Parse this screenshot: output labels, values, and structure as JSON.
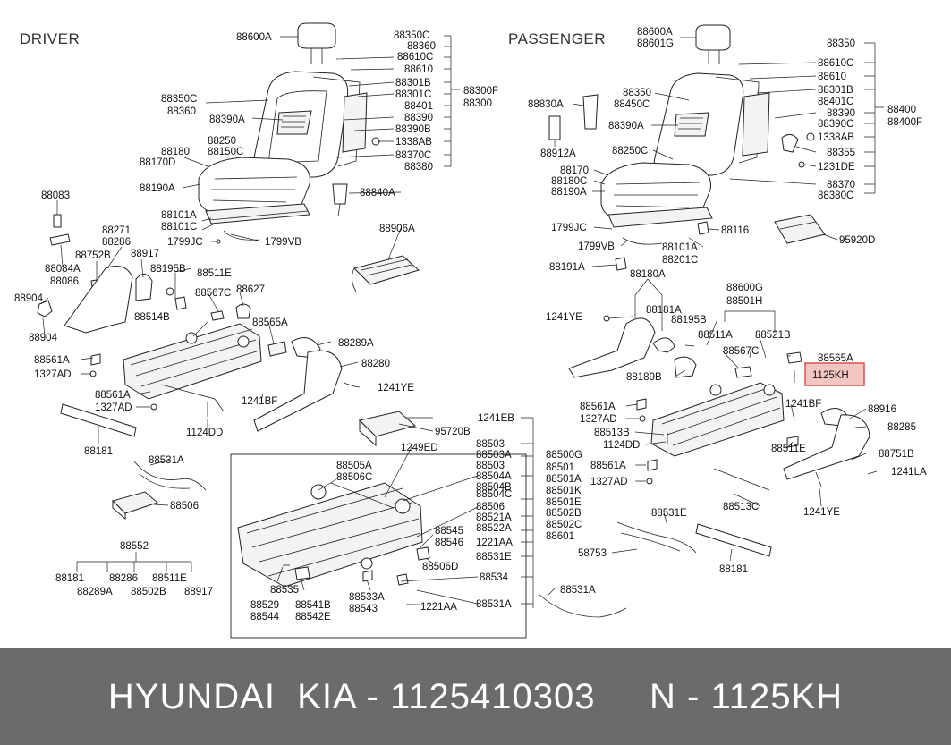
{
  "sections": {
    "driver": "DRIVER",
    "passenger": "PASSENGER"
  },
  "highlight": {
    "label": "1125KH",
    "fill": "#f4c6c2",
    "stroke": "#d9534f"
  },
  "banner": {
    "text": "HYUNDAI  KIA - 1125410303     N - 1125KH",
    "background": "#6b6b6b"
  },
  "labels": {
    "d_88600A": "88600A",
    "d_88350C_t": "88350C",
    "d_88360_t": "88360",
    "d_88610C": "88610C",
    "d_88610": "88610",
    "d_88301B": "88301B",
    "d_88301C": "88301C",
    "d_88401": "88401",
    "d_88390": "88390",
    "d_88390B": "88390B",
    "d_1338AB": "1338AB",
    "d_88370C": "88370C",
    "d_88380": "88380",
    "d_88300F": "88300F",
    "d_88300": "88300",
    "d_88350C": "88350C",
    "d_88360": "88360",
    "d_88390A": "88390A",
    "d_88180": "88180",
    "d_88170D": "88170D",
    "d_88250": "88250",
    "d_88150C": "88150C",
    "d_88190A": "88190A",
    "d_88840A": "88840A",
    "d_88101A": "88101A",
    "d_88101C": "88101C",
    "d_1799JC": "1799JC",
    "d_1799VB": "1799VB",
    "d_88906A": "88906A",
    "d_88083": "88083",
    "d_88084A": "88084A",
    "d_88086": "88086",
    "d_88271": "88271",
    "d_88286": "88286",
    "d_88752B": "88752B",
    "d_88917": "88917",
    "d_88195B": "88195B",
    "d_88511E": "88511E",
    "d_88567C": "88567C",
    "d_88627": "88627",
    "d_88904_a": "88904",
    "d_88904_b": "88904",
    "d_88514B": "88514B",
    "d_88565A": "88565A",
    "d_88289A": "88289A",
    "d_88280": "88280",
    "d_88561A_a": "88561A",
    "d_1327AD_a": "1327AD",
    "d_88561A_b": "88561A",
    "d_1327AD_b": "1327AD",
    "d_1241BF": "1241BF",
    "d_1241YE": "1241YE",
    "d_1124DD": "1124DD",
    "d_88181": "88181",
    "d_88531A": "88531A",
    "d_88506": "88506",
    "d_88552": "88552",
    "d_88181_b": "88181",
    "d_88286_b": "88286",
    "d_88511E_b": "88511E",
    "d_88289A_b": "88289A",
    "d_88502B_b": "88502B",
    "d_88917_b": "88917",
    "c_1241EB": "1241EB",
    "c_95720B": "95720B",
    "c_1249ED": "1249ED",
    "c_88503": "88503",
    "c_88503A": "88503A",
    "c_88503_2": "88503",
    "c_88504A": "88504A",
    "c_88504B": "88504B",
    "c_88504C": "88504C",
    "c_88506": "88506",
    "c_88521A": "88521A",
    "c_88522A": "88522A",
    "c_1221AA_r": "1221AA",
    "c_88531E": "88531E",
    "c_88534": "88534",
    "c_88531A": "88531A",
    "c_88505A": "88505A",
    "c_88506C": "88506C",
    "c_88545": "88545",
    "c_88546": "88546",
    "c_88506D": "88506D",
    "c_88535": "88535",
    "c_88529": "88529",
    "c_88544": "88544",
    "c_88541B": "88541B",
    "c_88542E": "88542E",
    "c_88533A": "88533A",
    "c_88543": "88543",
    "c_1221AA": "1221AA",
    "c_88500G": "88500G",
    "c_88501": "88501",
    "c_88501A": "88501A",
    "c_88501K": "88501K",
    "c_88501E": "88501E",
    "c_88502B": "88502B",
    "c_88502C": "88502C",
    "c_88601": "88601",
    "p_88600A": "88600A",
    "p_88601G": "88601G",
    "p_88350": "88350",
    "p_88610C": "88610C",
    "p_88610": "88610",
    "p_88301B": "88301B",
    "p_88401C": "88401C",
    "p_88390": "88390",
    "p_88390C": "88390C",
    "p_1338AB": "1338AB",
    "p_88355": "88355",
    "p_1231DE": "1231DE",
    "p_88370": "88370",
    "p_88380C": "88380C",
    "p_88400": "88400",
    "p_88400F": "88400F",
    "p_88830A": "88830A",
    "p_88350_l": "88350",
    "p_88450C": "88450C",
    "p_88390A": "88390A",
    "p_88912A": "88912A",
    "p_88250C": "88250C",
    "p_88170": "88170",
    "p_88180C": "88180C",
    "p_88190A": "88190A",
    "p_1799JC": "1799JC",
    "p_1799VB": "1799VB",
    "p_88116": "88116",
    "p_88101A": "88101A",
    "p_88201C": "88201C",
    "p_95920D": "95920D",
    "p_88191A": "88191A",
    "p_88180A": "88180A",
    "p_88181A": "88181A",
    "p_1241YE": "1241YE",
    "p_88195B": "88195B",
    "p_88600G": "88600G",
    "p_88501H": "88501H",
    "p_88511A": "88511A",
    "p_88521B": "88521B",
    "p_88567C": "88567C",
    "p_88565A": "88565A",
    "p_88189B": "88189B",
    "p_88561A": "88561A",
    "p_1327AD": "1327AD",
    "p_88513B": "88513B",
    "p_1124DD": "1124DD",
    "p_1241BF": "1241BF",
    "p_88916": "88916",
    "p_88285": "88285",
    "p_88511E": "88511E",
    "p_88751B": "88751B",
    "p_1241LA": "1241LA",
    "p_88561A_b": "88561A",
    "p_1327AD_b": "1327AD",
    "p_88513C": "88513C",
    "p_1241YE_b": "1241YE",
    "p_88531E": "88531E",
    "p_58753": "58753",
    "p_88181": "88181"
  }
}
